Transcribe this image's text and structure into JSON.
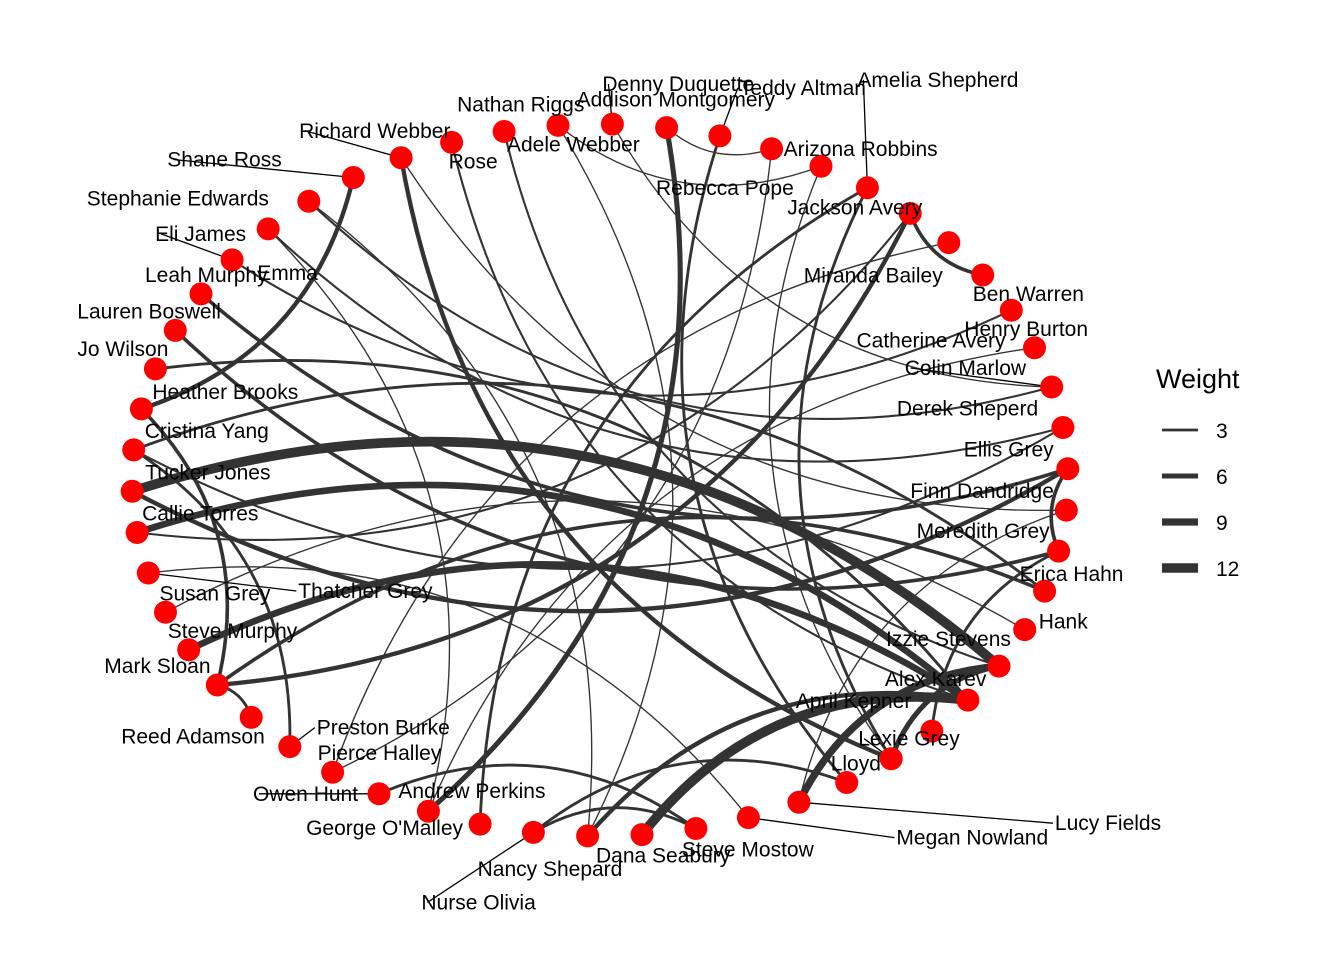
{
  "colors": {
    "node": "#ff0000",
    "edge": "#333333",
    "text": "#000000",
    "background": "#ffffff"
  },
  "legend": {
    "title": "Weight",
    "items": [
      {
        "label": "3",
        "weight": 3
      },
      {
        "label": "6",
        "weight": 6
      },
      {
        "label": "9",
        "weight": 9
      },
      {
        "label": "12",
        "weight": 12
      }
    ]
  },
  "nodes": [
    "Addison Montgomery",
    "Teddy Altman",
    "Arizona Robbins",
    "Rebecca Pope",
    "Amelia Shepherd",
    "Jackson Avery",
    "Miranda Bailey",
    "Ben Warren",
    "Henry Burton",
    "Catherine Avery",
    "Colin Marlow",
    "Derek Sheperd",
    "Ellis Grey",
    "Finn Dandridge",
    "Meredith Grey",
    "Erica Hahn",
    "Hank",
    "Izzie Stevens",
    "Alex Karev",
    "April Kepner",
    "Lexie Grey",
    "Lloyd",
    "Lucy Fields",
    "Megan Nowland",
    "Steve Mostow",
    "Dana Seabury",
    "Nancy Shepard",
    "Nurse Olivia",
    "George O'Malley",
    "Andrew Perkins",
    "Owen Hunt",
    "Pierce Halley",
    "Preston Burke",
    "Reed Adamson",
    "Mark Sloan",
    "Steve Murphy",
    "Susan Grey",
    "Thatcher Grey",
    "Callie Torres",
    "Tucker Jones",
    "Cristina Yang",
    "Heather Brooks",
    "Jo Wilson",
    "Lauren Boswell",
    "Leah Murphy",
    "Eli James",
    "Emma",
    "Stephanie Edwards",
    "Shane Ross",
    "Richard Webber",
    "Rose",
    "Nathan Riggs",
    "Adele Webber",
    "Denny Duquette"
  ],
  "edges": [
    {
      "source": "Izzie Stevens",
      "target": "Tucker Jones",
      "weight": 12
    },
    {
      "source": "Alex Karev",
      "target": "Dana Seabury",
      "weight": 12
    },
    {
      "source": "Izzie Stevens",
      "target": "Lucy Fields",
      "weight": 9
    },
    {
      "source": "Alex Karev",
      "target": "Steve Murphy",
      "weight": 8
    },
    {
      "source": "Alex Karev",
      "target": "Callie Torres",
      "weight": 8
    },
    {
      "source": "Addison Montgomery",
      "target": "Andrew Perkins",
      "weight": 6
    },
    {
      "source": "Izzie Stevens",
      "target": "Lexie Grey",
      "weight": 6
    },
    {
      "source": "Richard Webber",
      "target": "Lexie Grey",
      "weight": 5
    },
    {
      "source": "Shane Ross",
      "target": "Heather Brooks",
      "weight": 5
    },
    {
      "source": "Jackson Avery",
      "target": "Mark Sloan",
      "weight": 5
    },
    {
      "source": "Alex Karev",
      "target": "Nancy Shepard",
      "weight": 5
    },
    {
      "source": "Tucker Jones",
      "target": "Ellis Grey",
      "weight": 5
    },
    {
      "source": "Lauren Boswell",
      "target": "Meredith Grey",
      "weight": 4
    },
    {
      "source": "Mark Sloan",
      "target": "Erica Hahn",
      "weight": 4
    },
    {
      "source": "Heather Brooks",
      "target": "Mark Sloan",
      "weight": 4
    },
    {
      "source": "Leah Murphy",
      "target": "Ellis Grey",
      "weight": 4
    },
    {
      "source": "Ellis Grey",
      "target": "Meredith Grey",
      "weight": 4
    },
    {
      "source": "Jackson Avery",
      "target": "Ben Warren",
      "weight": 4
    },
    {
      "source": "Jo Wilson",
      "target": "Alex Karev",
      "weight": 3
    },
    {
      "source": "Preston Burke",
      "target": "Cristina Yang",
      "weight": 3
    },
    {
      "source": "Steve Mostow",
      "target": "Nurse Olivia",
      "weight": 3
    },
    {
      "source": "April Kepner",
      "target": "Meredith Grey",
      "weight": 3
    },
    {
      "source": "Lloyd",
      "target": "Nurse Olivia",
      "weight": 3
    },
    {
      "source": "George O'Malley",
      "target": "Amelia Shepherd",
      "weight": 3
    },
    {
      "source": "Owen Hunt",
      "target": "Steve Mostow",
      "weight": 3
    },
    {
      "source": "Cristina Yang",
      "target": "Erica Hahn",
      "weight": 3
    },
    {
      "source": "Lexie Grey",
      "target": "Amelia Shepherd",
      "weight": 3
    },
    {
      "source": "Mark Sloan",
      "target": "Reed Adamson",
      "weight": 3
    },
    {
      "source": "Teddy Altman",
      "target": "Lloyd",
      "weight": 3
    },
    {
      "source": "Derek Sheperd",
      "target": "Cristina Yang",
      "weight": 2
    },
    {
      "source": "Nathan Riggs",
      "target": "Izzie Stevens",
      "weight": 2
    },
    {
      "source": "Eli James",
      "target": "Henry Burton",
      "weight": 2
    },
    {
      "source": "Stephanie Edwards",
      "target": "Colin Marlow",
      "weight": 2
    },
    {
      "source": "Rose",
      "target": "Alex Karev",
      "weight": 2
    },
    {
      "source": "Emma",
      "target": "Derek Sheperd",
      "weight": 2
    },
    {
      "source": "Callie Torres",
      "target": "Jackson Avery",
      "weight": 2
    },
    {
      "source": "Susan Grey",
      "target": "Hank",
      "weight": 1
    },
    {
      "source": "Addison Montgomery",
      "target": "Arizona Robbins",
      "weight": 1
    },
    {
      "source": "Adele Webber",
      "target": "Rebecca Pope",
      "weight": 1
    },
    {
      "source": "Richard Webber",
      "target": "Finn Dandridge",
      "weight": 1
    },
    {
      "source": "Adele Webber",
      "target": "Nancy Shepard",
      "weight": 1
    },
    {
      "source": "Catherine Avery",
      "target": "Andrew Perkins",
      "weight": 1
    },
    {
      "source": "Pierce Halley",
      "target": "Miranda Bailey",
      "weight": 1
    },
    {
      "source": "Thatcher Grey",
      "target": "Megan Nowland",
      "weight": 1
    },
    {
      "source": "Denny Duquette",
      "target": "Colin Marlow",
      "weight": 1
    },
    {
      "source": "Arizona Robbins",
      "target": "Pierce Halley",
      "weight": 1
    },
    {
      "source": "Rebecca Pope",
      "target": "Lexie Grey",
      "weight": 1
    },
    {
      "source": "Emma",
      "target": "Andrew Perkins",
      "weight": 1
    },
    {
      "source": "Stephanie Edwards",
      "target": "Nancy Shepard",
      "weight": 1
    },
    {
      "source": "Finn Dandridge",
      "target": "Lucy Fields",
      "weight": 1
    }
  ]
}
